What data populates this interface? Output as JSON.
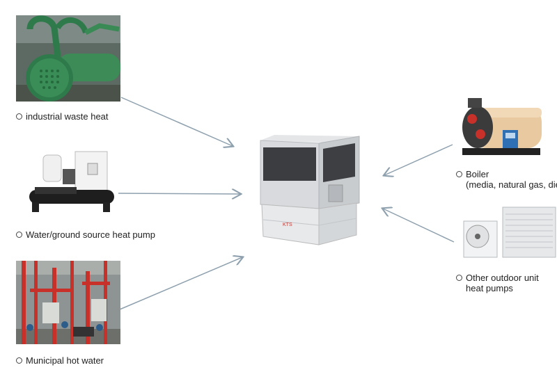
{
  "sources": [
    {
      "name": "industrial-waste-heat",
      "lines": [
        "industrial waste heat"
      ],
      "icon": "heat-exchanger-photo"
    },
    {
      "name": "water-ground-source-heat-pump",
      "lines": [
        "Water/ground source heat pump"
      ],
      "icon": "water-source-heat-pump-photo"
    },
    {
      "name": "municipal-hot-water",
      "lines": [
        "Municipal hot water"
      ],
      "icon": "pipework-room-photo"
    },
    {
      "name": "boiler",
      "lines": [
        "Boiler",
        "(media, natural gas, dies"
      ],
      "icon": "boiler-photo"
    },
    {
      "name": "other-outdoor-unit-heat-pumps",
      "lines": [
        "Other outdoor unit",
        "heat pumps"
      ],
      "icon": "outdoor-unit-photo"
    }
  ],
  "center_unit": {
    "icon": "heat-unit-photo",
    "brand": "KTS"
  },
  "colors": {
    "arrow": "#8ea0ae",
    "pipe_green": "#2e7a4a",
    "pipe_red": "#c8302a",
    "boiler_body": "#e8c9a0"
  }
}
